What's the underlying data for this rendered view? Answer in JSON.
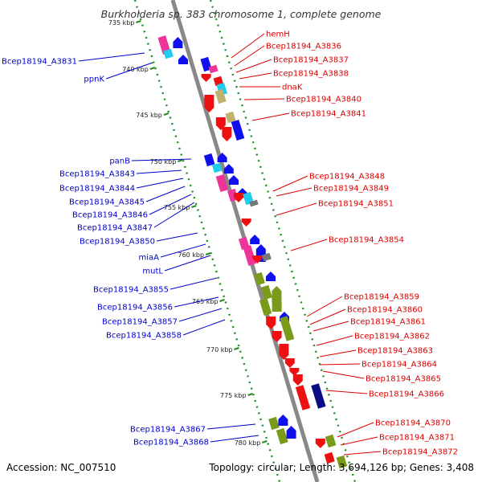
{
  "title": "Burkholderia sp. 383 chromosome 1, complete genome",
  "accession": "Accession: NC_007510",
  "topology": "Topology: circular; Length: 3,694,126 bp; Genes: 3,408",
  "colors": {
    "backbone": "#888888",
    "gc_ticks": "#228b22",
    "left_label": "#0000cc",
    "right_label": "#dd0000",
    "blue": "#1010ee",
    "red": "#ee1010",
    "olive": "#7a9a1a",
    "pink": "#ee3399",
    "cyan": "#22ccee",
    "khaki": "#bfb36e",
    "navy": "#0b0b88",
    "gray": "#777777"
  },
  "kbp_ticks": [
    "735 kbp",
    "740 kbp",
    "745 kbp",
    "750 kbp",
    "755 kbp",
    "760 kbp",
    "765 kbp",
    "770 kbp",
    "775 kbp",
    "780 kbp"
  ],
  "left_labels": [
    "Bcep18194_A3831",
    "ppnK",
    "panB",
    "Bcep18194_A3843",
    "Bcep18194_A3844",
    "Bcep18194_A3845",
    "Bcep18194_A3846",
    "Bcep18194_A3847",
    "Bcep18194_A3850",
    "miaA",
    "mutL",
    "Bcep18194_A3855",
    "Bcep18194_A3856",
    "Bcep18194_A3857",
    "Bcep18194_A3858",
    "Bcep18194_A3867",
    "Bcep18194_A3868"
  ],
  "right_labels": [
    "hemH",
    "Bcep18194_A3836",
    "Bcep18194_A3837",
    "Bcep18194_A3838",
    "dnaK",
    "Bcep18194_A3840",
    "Bcep18194_A3841",
    "Bcep18194_A3848",
    "Bcep18194_A3849",
    "Bcep18194_A3851",
    "Bcep18194_A3854",
    "Bcep18194_A3859",
    "Bcep18194_A3860",
    "Bcep18194_A3861",
    "Bcep18194_A3862",
    "Bcep18194_A3863",
    "Bcep18194_A3864",
    "Bcep18194_A3865",
    "Bcep18194_A3866",
    "Bcep18194_A3870",
    "Bcep18194_A3871",
    "Bcep18194_A3872"
  ]
}
